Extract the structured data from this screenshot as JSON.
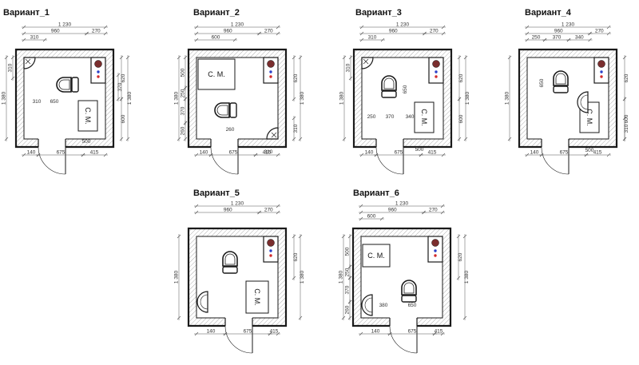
{
  "colors": {
    "wall": "#1a1a1a",
    "hatch": "#888888",
    "boiler": "#7a2e2e",
    "hot": "#d22a2a",
    "cold": "#2a3fc8",
    "dim": "#555555"
  },
  "variants": [
    {
      "title": "Вариант_1",
      "sm": "С. М.",
      "top": [
        "1 230",
        "960",
        "270",
        "310"
      ],
      "right": [
        "370",
        "620",
        "1 380",
        "600"
      ],
      "left": [
        "310",
        "1 380"
      ],
      "inner": [
        "310",
        "650",
        "500"
      ],
      "bottom": [
        "140",
        "675",
        "415"
      ]
    },
    {
      "title": "Вариант_2",
      "sm": "С. М.",
      "top": [
        "1 230",
        "960",
        "270",
        "600"
      ],
      "right": [
        "620",
        "1 380",
        "310"
      ],
      "left": [
        "500",
        "250",
        "370",
        "260",
        "1 380"
      ],
      "inner": [
        "260",
        "310"
      ],
      "bottom": [
        "140",
        "675",
        "415"
      ]
    },
    {
      "title": "Вариант_3",
      "sm": "С. М.",
      "top": [
        "1 230",
        "960",
        "270",
        "310"
      ],
      "right": [
        "620",
        "1 380",
        "600"
      ],
      "left": [
        "310",
        "1 380"
      ],
      "inner": [
        "650",
        "250",
        "370",
        "340",
        "500"
      ],
      "bottom": [
        "140",
        "675",
        "415"
      ]
    },
    {
      "title": "Вариант_4",
      "sm": "С. М.",
      "top": [
        "1 230",
        "960",
        "270",
        "250",
        "370",
        "340"
      ],
      "right": [
        "620",
        "310",
        "600"
      ],
      "left": [
        "1 380"
      ],
      "inner": [
        "650",
        "500"
      ],
      "bottom": [
        "140",
        "675",
        "415"
      ]
    },
    {
      "title": "Вариант_5",
      "sm": "С. М.",
      "top": [
        "1 230",
        "960",
        "270"
      ],
      "right": [
        "620",
        "1 380"
      ],
      "left": [
        "1 380"
      ],
      "inner": [],
      "bottom": [
        "140",
        "675",
        "415"
      ]
    },
    {
      "title": "Вариант_6",
      "sm": "С. М.",
      "top": [
        "1 230",
        "960",
        "270",
        "600"
      ],
      "right": [
        "620",
        "1 380"
      ],
      "left": [
        "500",
        "250",
        "370",
        "260",
        "1 380"
      ],
      "inner": [
        "380",
        "650"
      ],
      "bottom": [
        "140",
        "675",
        "415"
      ]
    }
  ]
}
